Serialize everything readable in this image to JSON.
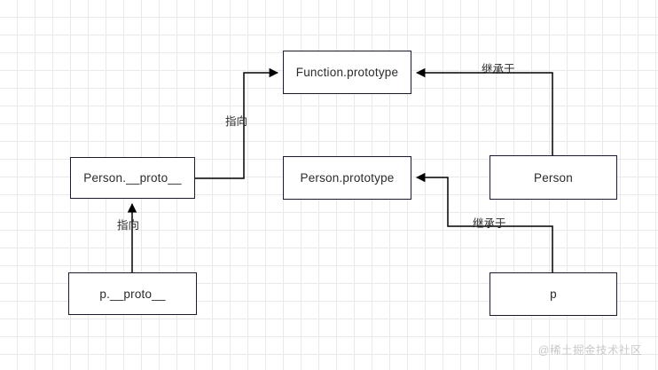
{
  "diagram": {
    "title": "JavaScript prototype chain diagram",
    "background": "#ffffff",
    "grid_color": "#e9e9e9",
    "node_border_color": "#1b1b2f",
    "edge_color": "#000000",
    "text_color": "#2b2b2b",
    "nodes": [
      {
        "id": "function-prototype",
        "label": "Function.prototype"
      },
      {
        "id": "person-proto",
        "label": "Person.__proto__"
      },
      {
        "id": "person-prototype",
        "label": "Person.prototype"
      },
      {
        "id": "person",
        "label": "Person"
      },
      {
        "id": "p-proto",
        "label": "p.__proto__"
      },
      {
        "id": "p",
        "label": "p"
      }
    ],
    "edges": [
      {
        "id": "person-proto-to-function-prototype",
        "from": "person-proto",
        "to": "function-prototype",
        "label": "指向"
      },
      {
        "id": "p-proto-to-person-proto",
        "from": "p-proto",
        "to": "person-proto",
        "label": "指向"
      },
      {
        "id": "person-to-function-prototype",
        "from": "person",
        "to": "function-prototype",
        "label": "继承于"
      },
      {
        "id": "p-to-person-prototype",
        "from": "p",
        "to": "person-prototype",
        "label": "继承于"
      }
    ]
  },
  "watermark": {
    "text": "@稀土掘金技术社区"
  }
}
